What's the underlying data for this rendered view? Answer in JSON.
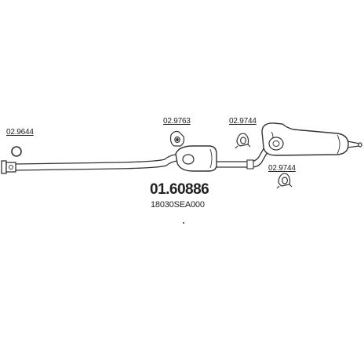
{
  "part_refs": {
    "ring": "02.9644",
    "mount_a": "02.9763",
    "mount_b": "02.9744",
    "mount_c": "02.9744"
  },
  "main_part_number": "01.60886",
  "oem_number": "18030SEA000",
  "colors": {
    "line": "#333333",
    "fill": "#ffffff",
    "text": "#222222"
  }
}
